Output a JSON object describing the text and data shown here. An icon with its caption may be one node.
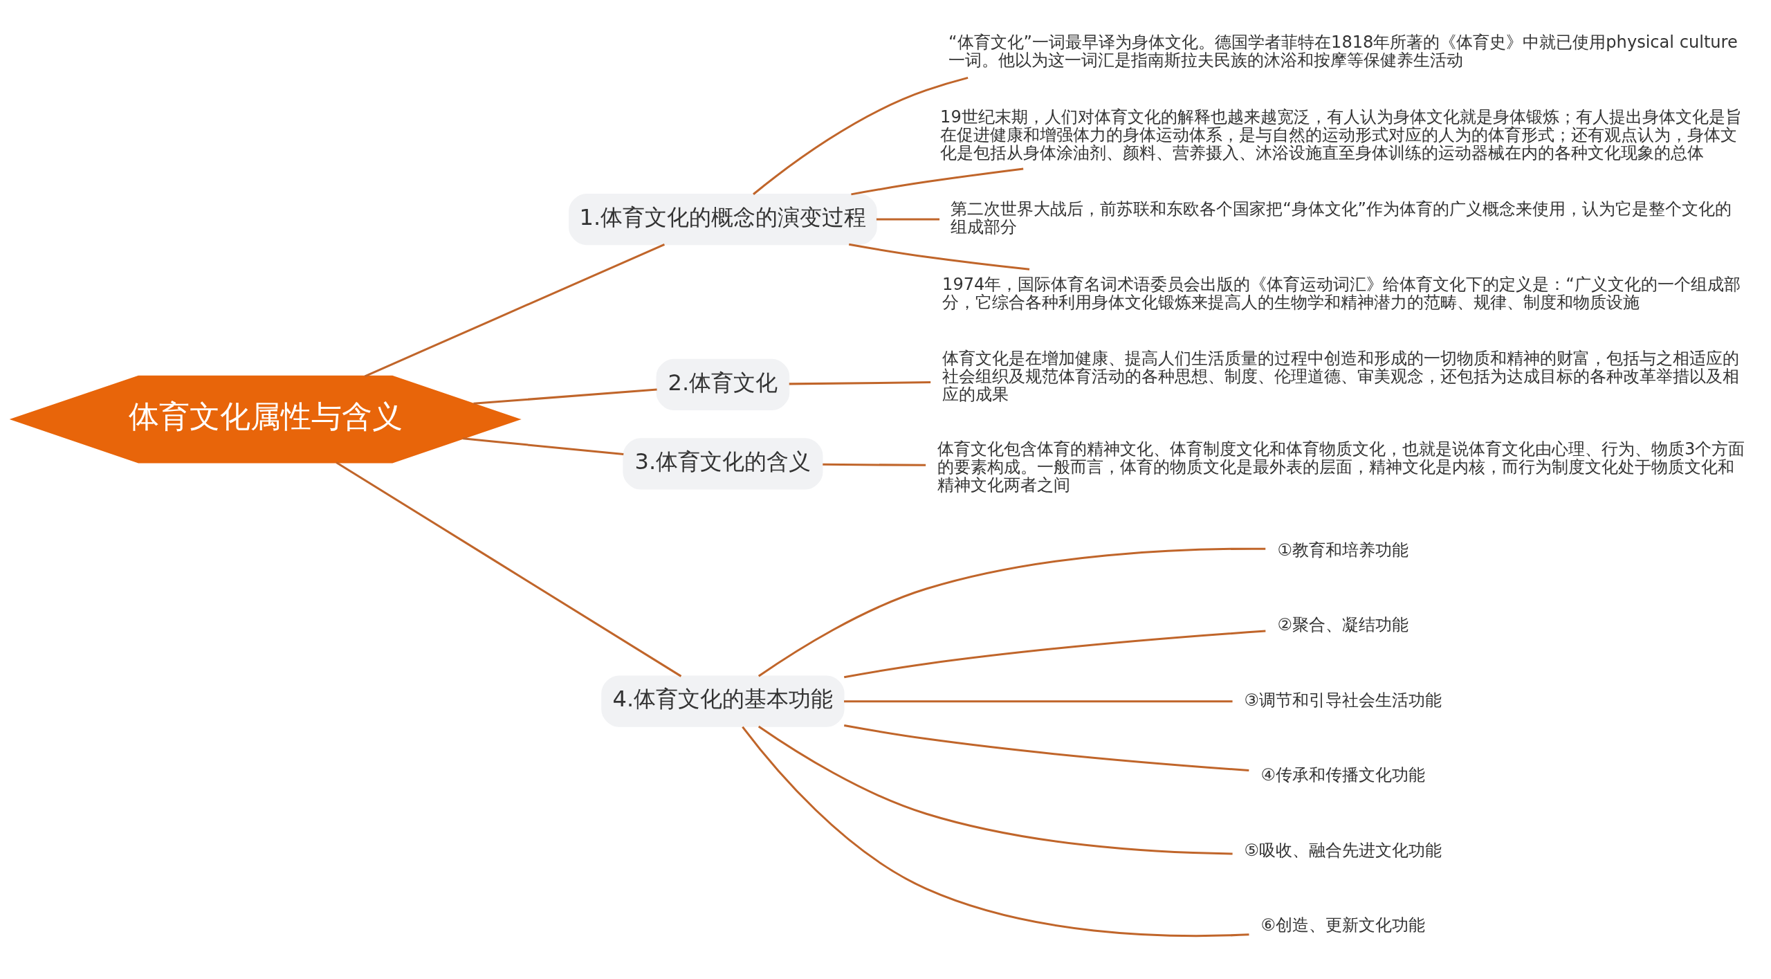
{
  "diagram": {
    "nodes": [
      {
        "text": [
          "体育文化属性与含义"
        ]
      },
      {
        "text": [
          "1.体育文化的概念的演变过程"
        ]
      },
      {
        "text": [
          "“体育文化”一词最早译为身体文化。德国学者菲特在1818年所著的《体育史》中就已使用physical culture一词。他以为这一词汇是指南斯拉夫民族的沐浴和按摩等保健养生活动"
        ]
      },
      {
        "text": [
          "19世纪末期，人们对体育文化的解释也越来越宽泛，有人认为身体文化就是身体锻炼；有人提出身体文化是旨在促进健康和增强体力的身体运动体系，是与自然的运动形式对应的人为的体育形式；还有观点认为，身体文化是包括从身体涂油剂、颜料、营养摄入、沐浴设施直至身体训练的运动器械在内的各种文化现象的总体"
        ]
      },
      {
        "text": [
          "第二次世界大战后，前苏联和东欧各个国家把“身体文化”作为体育的广义概念来使用，认为它是整个文化的组成部分"
        ]
      },
      {
        "text": [
          "1974年，国际体育名词术语委员会出版的《体育运动词汇》给体育文化下的定义是：“广义文化的一个组成部分，它综合各种利用身体文化锻炼来提高人的生物学和精神潜力的范畴、规律、制度和物质设施"
        ]
      },
      {
        "text": [
          "2.体育文化"
        ]
      },
      {
        "text": [
          "体育文化是在增加健康、提高人们生活质量的过程中创造和形成的一切物质和精神的财富，包括与之相适应的社会组织及规范体育活动的各种思想、制度、伦理道德、审美观念，还包括为达成目标的各种改革举措以及相应的成果"
        ]
      },
      {
        "text": [
          "3.体育文化的含义"
        ]
      },
      {
        "text": [
          "体育文化包含体育的精神文化、体育制度文化和体育物质文化，也就是说体育文化由心理、行为、物质3个方面的要素构成。一般而言，体育的物质文化是最外表的层面，精神文化是内核，而行为制度文化处于物质文化和精神文化两者之间"
        ]
      },
      {
        "text": [
          "4.体育文化的基本功能"
        ]
      },
      {
        "text": [
          "①教育和培养功能"
        ]
      },
      {
        "text": [
          "②聚合、凝结功能"
        ]
      },
      {
        "text": [
          "③调节和引导社会生活功能"
        ]
      },
      {
        "text": [
          "④传承和传播文化功能"
        ]
      },
      {
        "text": [
          "⑤吸收、融合先进文化功能"
        ]
      },
      {
        "text": [
          "⑥创造、更新文化功能"
        ]
      }
    ],
    "edges": [
      {
        "from": 0,
        "to": 1,
        "arrow": "none"
      },
      {
        "from": 1,
        "to": 2,
        "arrow": "none"
      },
      {
        "from": 1,
        "to": 3,
        "arrow": "none"
      },
      {
        "from": 1,
        "to": 4,
        "arrow": "none"
      },
      {
        "from": 1,
        "to": 5,
        "arrow": "none"
      },
      {
        "from": 0,
        "to": 6,
        "arrow": "none"
      },
      {
        "from": 6,
        "to": 7,
        "arrow": "none"
      },
      {
        "from": 0,
        "to": 8,
        "arrow": "none"
      },
      {
        "from": 8,
        "to": 9,
        "arrow": "none"
      },
      {
        "from": 0,
        "to": 10,
        "arrow": "none"
      },
      {
        "from": 10,
        "to": 11,
        "arrow": "none"
      },
      {
        "from": 10,
        "to": 12,
        "arrow": "none"
      },
      {
        "from": 10,
        "to": 13,
        "arrow": "none"
      },
      {
        "from": 10,
        "to": 14,
        "arrow": "none"
      },
      {
        "from": 10,
        "to": 15,
        "arrow": "none"
      },
      {
        "from": 10,
        "to": 16,
        "arrow": "none"
      }
    ]
  }
}
